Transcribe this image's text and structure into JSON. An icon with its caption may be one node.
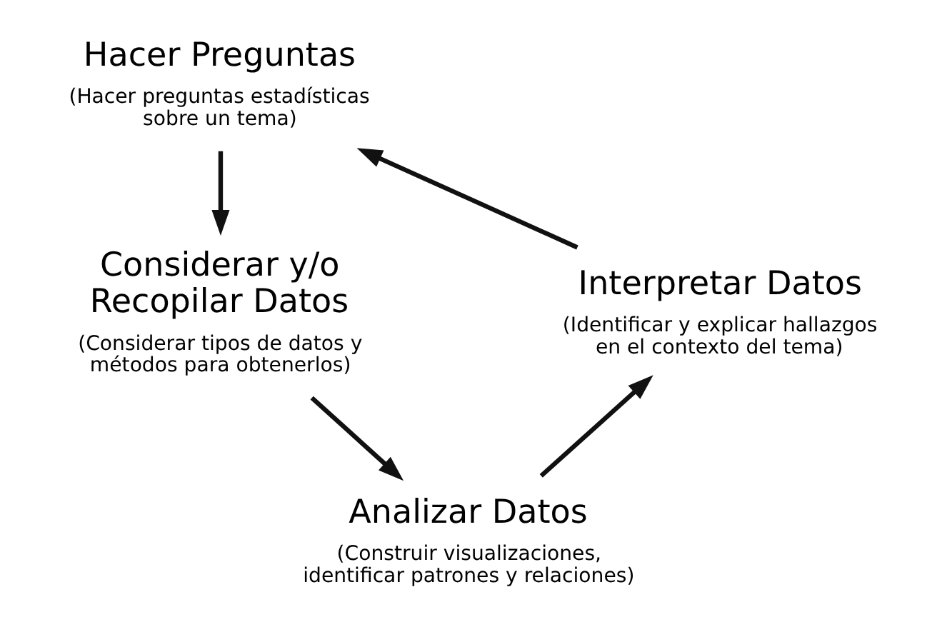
{
  "diagram": {
    "nodes": [
      {
        "text": [
          "Hacer Preguntas",
          "(Hacer preguntas estadísticas sobre un tema)"
        ]
      },
      {
        "text": [
          "Considerar y/o Recopilar Datos",
          "(Considerar tipos de datos y métodos para obtenerlos)"
        ]
      },
      {
        "text": [
          "Analizar Datos",
          "(Construir visualizaciones, identificar patrones y relaciones)"
        ]
      },
      {
        "text": [
          "Interpretar Datos",
          "(Identificar y explicar hallazgos en el contexto del tema)"
        ]
      }
    ],
    "edges": [
      {
        "from": 0,
        "to": 1,
        "arrow": "to"
      },
      {
        "from": 1,
        "to": 2,
        "arrow": "to"
      },
      {
        "from": 2,
        "to": 3,
        "arrow": "to"
      },
      {
        "from": 3,
        "to": 0,
        "arrow": "to"
      }
    ]
  }
}
